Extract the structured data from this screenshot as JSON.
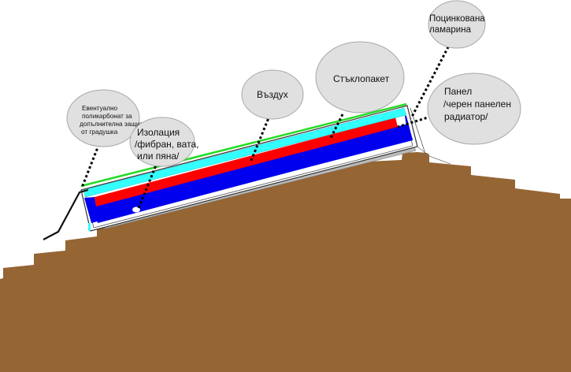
{
  "title": "Solar collector on roof — cross-section",
  "colors": {
    "roof": "#956534",
    "glass_line": "#22dd22",
    "glass_pane": "#33ffff",
    "absorber": "#ff0000",
    "insulation": "#0000ee",
    "sheet_metal": "#bbbbbb",
    "callout_fill": "#e0e0e0"
  },
  "callouts": [
    {
      "id": "polycarbonate",
      "lines": [
        "Евентуално",
        "поликарбонат за",
        "допълнителна защита",
        " от градушка"
      ]
    },
    {
      "id": "insulation",
      "lines": [
        "Изолация",
        "/фибран, вата,",
        " или пяна/"
      ]
    },
    {
      "id": "air",
      "lines": [
        "Въздух"
      ]
    },
    {
      "id": "glazing",
      "lines": [
        "Стъклопакет"
      ]
    },
    {
      "id": "galvanized-sheet",
      "lines": [
        "Поцинкована",
        "ламарина"
      ]
    },
    {
      "id": "panel",
      "lines": [
        "Панел",
        "/черен панелен",
        "радиатор/"
      ]
    }
  ]
}
